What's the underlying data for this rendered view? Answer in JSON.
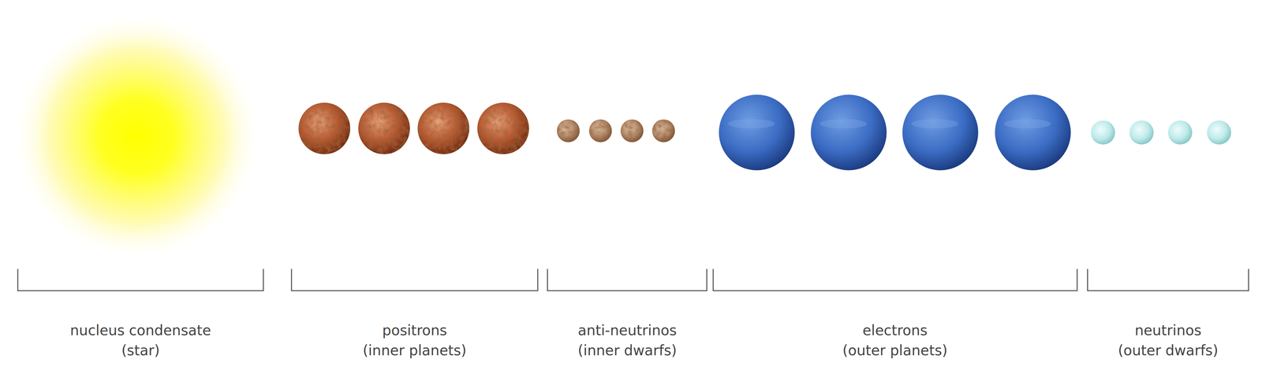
{
  "diagram": {
    "labels": [
      "nucleus condensate (star)",
      "positrons (inner planets)",
      "anti-neutrinos (inner dwarfs)",
      "electrons (outer planets)",
      "neutrinos (outer dwarfs)"
    ]
  }
}
